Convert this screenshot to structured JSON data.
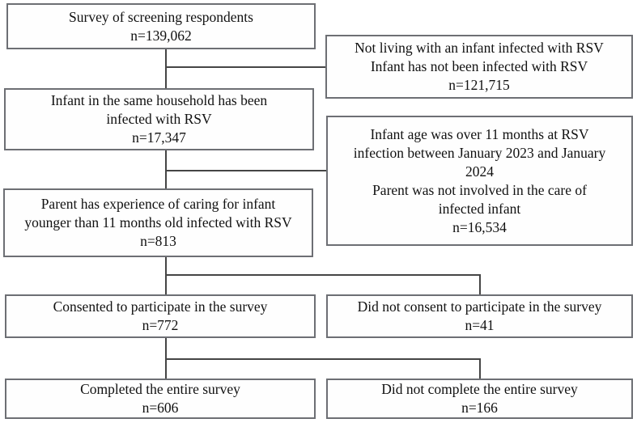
{
  "diagram_type": "study-flowchart",
  "colors": {
    "box_border": "#6d6f74",
    "connector": "#454545",
    "text": "#111111",
    "background": "#ffffff"
  },
  "boxes": {
    "screening": {
      "lines": [
        "Survey of screening respondents",
        "n=139,062"
      ]
    },
    "not_living": {
      "lines": [
        "Not living with an infant infected with RSV",
        "Infant has not been infected with RSV",
        "n=121,715"
      ]
    },
    "household_infected": {
      "lines": [
        "Infant in the same household has been",
        "infected with RSV",
        "n=17,347"
      ]
    },
    "age_over": {
      "lines": [
        "Infant age was over 11 months at RSV",
        "infection between January 2023 and January",
        "2024",
        "Parent was not involved in the care of",
        "infected infant",
        "n=16,534"
      ]
    },
    "parent_experience": {
      "lines": [
        "Parent has experience of caring for infant",
        "younger than 11 months old infected with RSV",
        "n=813"
      ]
    },
    "consented": {
      "lines": [
        "Consented to participate in the survey",
        "n=772"
      ]
    },
    "not_consented": {
      "lines": [
        "Did not consent to participate in the survey",
        "n=41"
      ]
    },
    "completed": {
      "lines": [
        "Completed the entire survey",
        "n=606"
      ]
    },
    "not_completed": {
      "lines": [
        "Did not complete the entire survey",
        "n=166"
      ]
    }
  }
}
